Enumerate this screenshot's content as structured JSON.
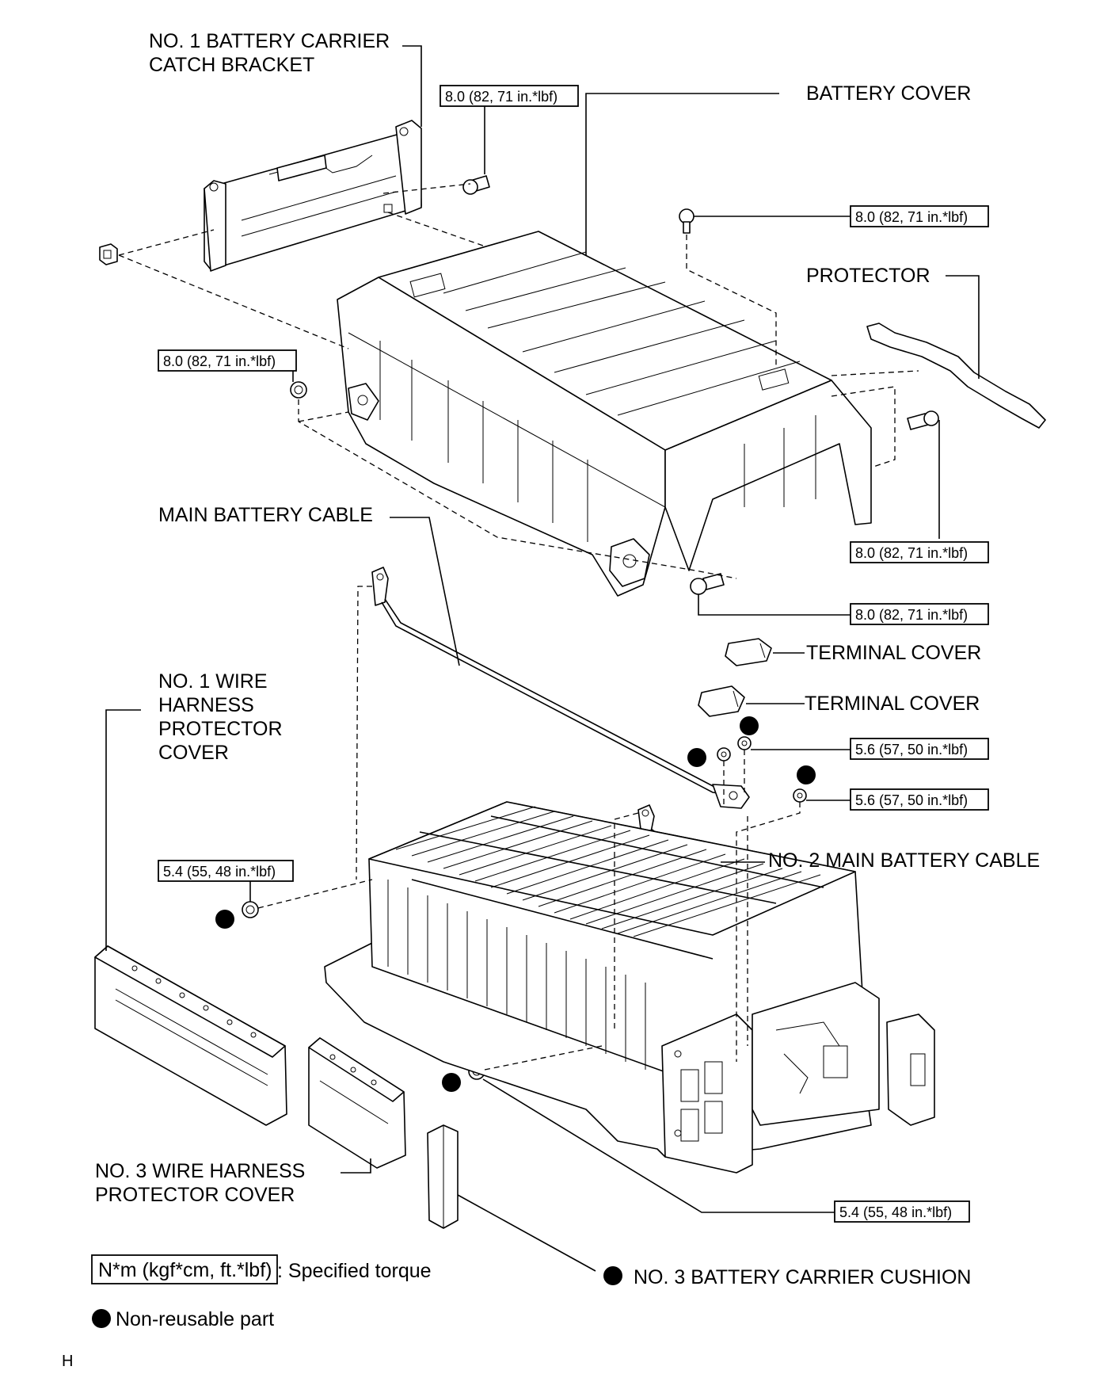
{
  "labels": {
    "catch_bracket": [
      "NO. 1 BATTERY CARRIER",
      "CATCH BRACKET"
    ],
    "battery_cover": "BATTERY COVER",
    "protector": "PROTECTOR",
    "main_battery_cable": "MAIN BATTERY CABLE",
    "terminal_cover_1": "TERMINAL COVER",
    "terminal_cover_2": "TERMINAL COVER",
    "wire_harness_1": [
      "NO. 1 WIRE",
      "HARNESS",
      "PROTECTOR",
      "COVER"
    ],
    "no2_main_battery_cable": "NO. 2 MAIN BATTERY CABLE",
    "wire_harness_3": [
      "NO. 3 WIRE HARNESS",
      "PROTECTOR COVER"
    ],
    "carrier_cushion": "NO. 3 BATTERY CARRIER CUSHION"
  },
  "torques": {
    "t_bracket": "8.0 (82, 71 in.*lbf)",
    "t_cover_top": "8.0 (82, 71 in.*lbf)",
    "t_left": "8.0 (82, 71 in.*lbf)",
    "t_right": "8.0 (82, 71 in.*lbf)",
    "t_front": "8.0 (82, 71 in.*lbf)",
    "t_nut1": "5.6 (57, 50 in.*lbf)",
    "t_nut2": "5.6 (57, 50 in.*lbf)",
    "t_left_nut": "5.4 (55, 48 in.*lbf)",
    "t_bottom": "5.4 (55, 48 in.*lbf)"
  },
  "legend": {
    "torque_box": "N*m (kgf*cm, ft.*lbf)",
    "torque_text": ": Specified torque",
    "nonreusable_text": "Non-reusable part"
  },
  "corner_mark": "H"
}
